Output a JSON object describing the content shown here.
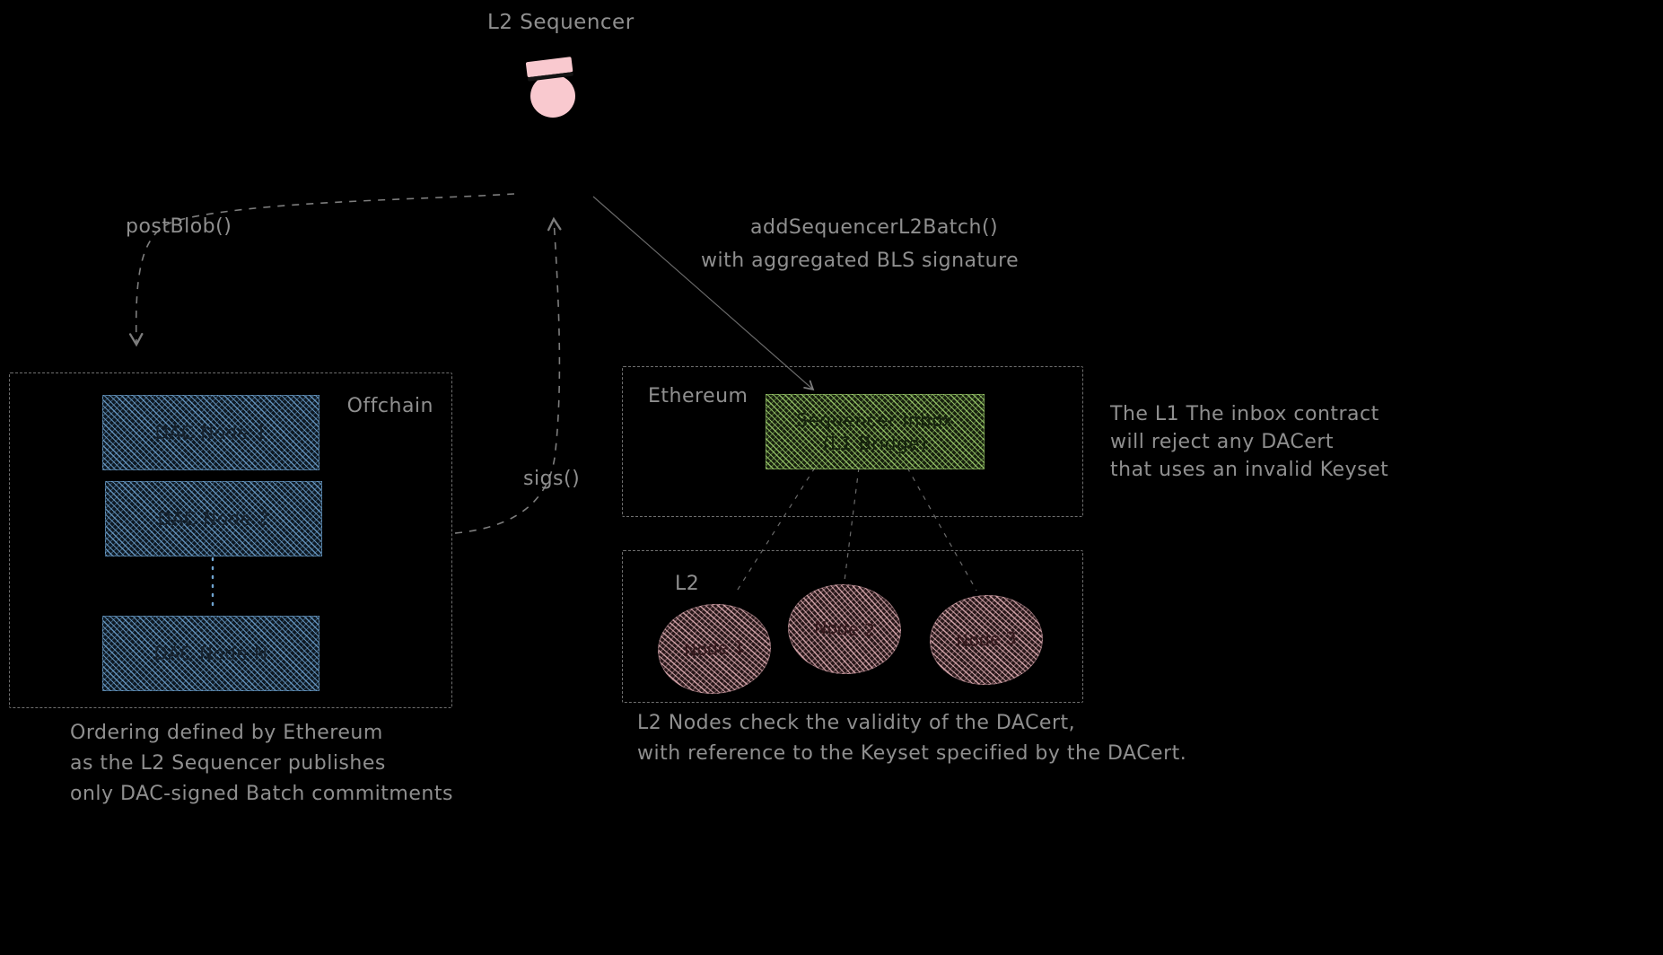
{
  "sequencer": {
    "label": "L2 Sequencer"
  },
  "edges": {
    "post_blob": "postBlob()",
    "sigs": "sigs()",
    "add_batch_line1": "addSequencerL2Batch()",
    "add_batch_line2": "with aggregated BLS signature"
  },
  "offchain": {
    "label": "Offchain",
    "nodes": [
      {
        "label": "DAC Node 1"
      },
      {
        "label": "DAC Node 2"
      },
      {
        "label": "DAC Node N"
      }
    ]
  },
  "ethereum": {
    "label": "Ethereum",
    "inbox": {
      "line1": "Sequencer Inbox",
      "line2": "(L1 Bridge)"
    }
  },
  "l2": {
    "label": "L2",
    "nodes": [
      {
        "label": "Node 1"
      },
      {
        "label": "Node 2"
      },
      {
        "label": "Node 3"
      }
    ]
  },
  "notes": {
    "keyset": [
      "The L1 The inbox contract",
      "will reject any DACert",
      "that uses an invalid Keyset"
    ],
    "ordering": [
      "Ordering defined by Ethereum",
      "as the L2 Sequencer publishes",
      "only DAC-signed Batch commitments"
    ],
    "validity": [
      "L2 Nodes check the validity of the DACert,",
      "with reference to the Keyset specified by the DACert."
    ]
  },
  "colors": {
    "background": "#000000",
    "label_gray": "#8f8f8f",
    "hatch_blue": "#6ea2d0",
    "hatch_green": "#9ed06e",
    "hatch_pink": "#eebac0",
    "person_pink": "#f9c9cf"
  }
}
